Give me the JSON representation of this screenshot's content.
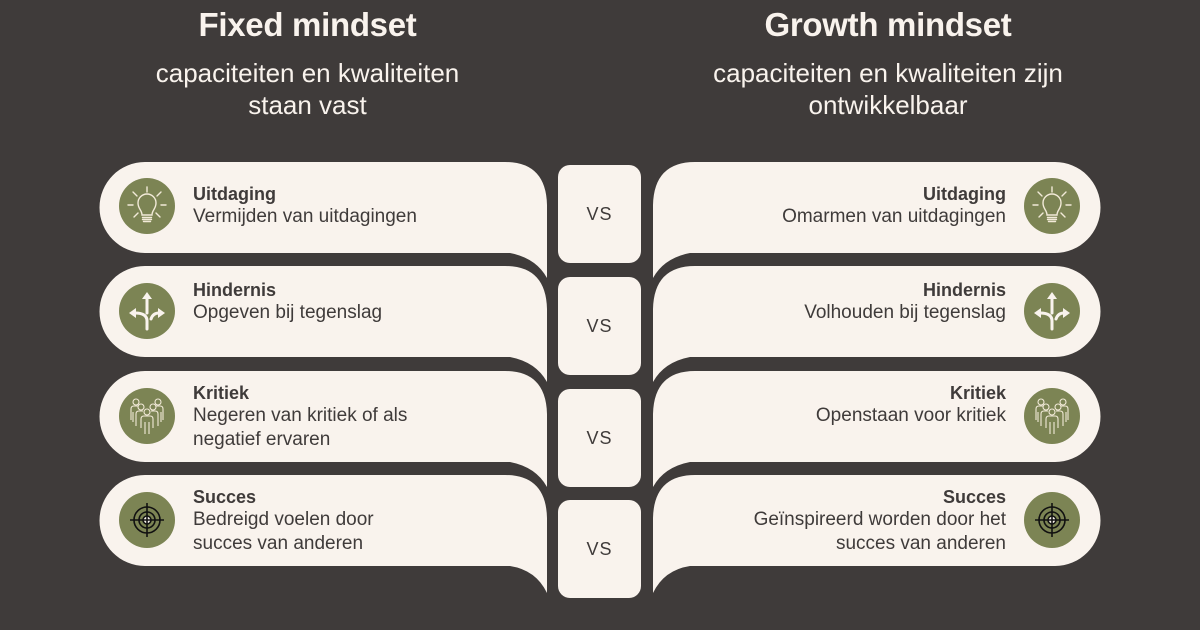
{
  "colors": {
    "background": "#3f3b3a",
    "card": "#f9f3ed",
    "icon_circle": "#7c8454",
    "text": "#3f3b3a"
  },
  "fixed": {
    "title": "Fixed mindset",
    "subtitle_line1": "capaciteiten en kwaliteiten",
    "subtitle_line2": "staan vast",
    "rows": [
      {
        "icon": "lightbulb-icon",
        "title": "Uitdaging",
        "line1": "Vermijden van uitdagingen",
        "line2": ""
      },
      {
        "icon": "split-arrows-icon",
        "title": "Hindernis",
        "line1": "Opgeven bij tegenslag",
        "line2": ""
      },
      {
        "icon": "group-people-icon",
        "title": "Kritiek",
        "line1": "Negeren van kritiek of als",
        "line2": "negatief ervaren"
      },
      {
        "icon": "target-icon",
        "title": "Succes",
        "line1": "Bedreigd voelen door",
        "line2": "succes van anderen"
      }
    ]
  },
  "growth": {
    "title": "Growth mindset",
    "subtitle_line1": "capaciteiten en kwaliteiten zijn",
    "subtitle_line2": "ontwikkelbaar",
    "rows": [
      {
        "icon": "lightbulb-icon",
        "title": "Uitdaging",
        "line1": "Omarmen van uitdagingen",
        "line2": ""
      },
      {
        "icon": "split-arrows-icon",
        "title": "Hindernis",
        "line1": "Volhouden bij tegenslag",
        "line2": ""
      },
      {
        "icon": "group-people-icon",
        "title": "Kritiek",
        "line1": "Openstaan voor kritiek",
        "line2": ""
      },
      {
        "icon": "target-icon",
        "title": "Succes",
        "line1": "Geïnspireerd worden door het",
        "line2": "succes van anderen"
      }
    ]
  },
  "vs_labels": [
    "VS",
    "VS",
    "VS",
    "VS"
  ]
}
